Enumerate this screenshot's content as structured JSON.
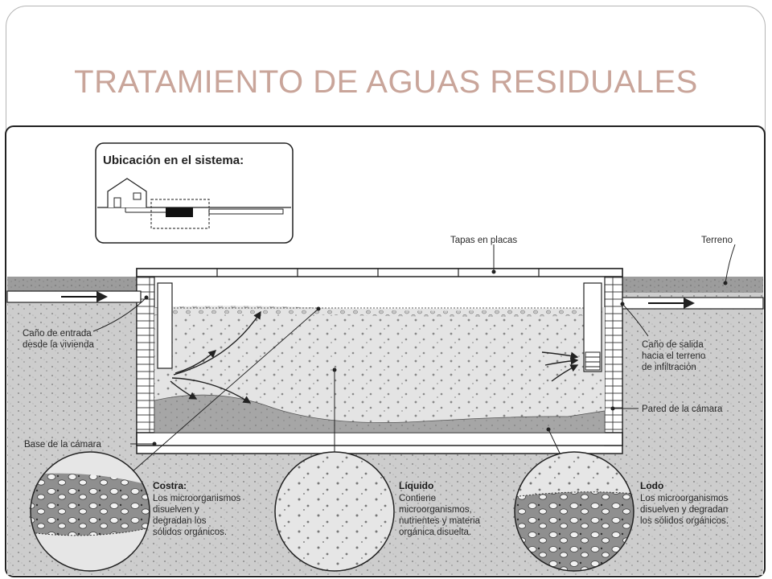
{
  "slide": {
    "title": "TRATAMIENTO DE AGUAS RESIDUALES"
  },
  "inset": {
    "title": "Ubicación en el sistema:"
  },
  "labels": {
    "tapas": "Tapas en placas",
    "terreno": "Terreno",
    "entrada": [
      "Caño de entrada",
      "desde la vivienda"
    ],
    "salida": [
      "Caño de salida",
      "hacia el terreno",
      "de infiltración"
    ],
    "pared": "Pared de la cámara",
    "base": "Base de la cámara"
  },
  "zones": [
    {
      "title": "Costra:",
      "lines": [
        "Los microorganismos",
        "disuelven y",
        "degradan los",
        "sólidos orgánicos."
      ]
    },
    {
      "title": "Líquido",
      "lines": [
        "Contiene",
        "microorganismos,",
        "nutrientes y materia",
        "orgánica disuelta."
      ]
    },
    {
      "title": "Lodo",
      "lines": [
        "Los microorganismos",
        "disuelven y degradan",
        "los sólidos orgánicos."
      ]
    }
  ],
  "colors": {
    "title": "#c9a59a",
    "soil": "#c9c9c9",
    "sludge": "#a3a3a3",
    "ground": "#9a9a9a",
    "liquid": "#e6e6e6"
  }
}
